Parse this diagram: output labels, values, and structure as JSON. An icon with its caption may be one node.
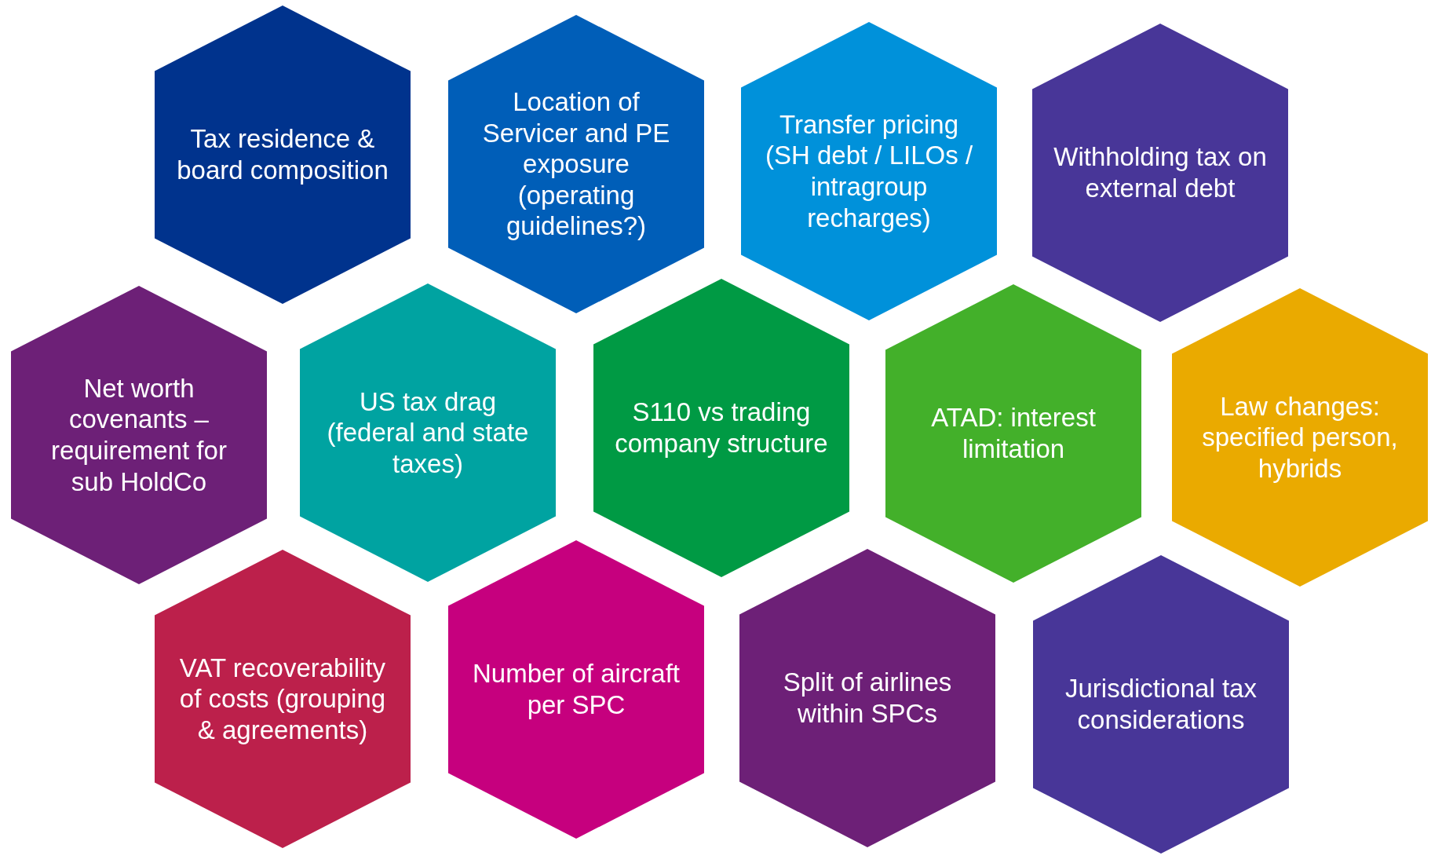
{
  "diagram": {
    "nodes": [
      {
        "text": [
          "Tax residence & board composition"
        ]
      },
      {
        "text": [
          "Location of Servicer and PE exposure (operating guidelines?)"
        ]
      },
      {
        "text": [
          "Transfer pricing (SH debt / LILOs / intragroup recharges)"
        ]
      },
      {
        "text": [
          "Withholding tax on external debt"
        ]
      },
      {
        "text": [
          "Net worth covenants – requirement for sub HoldCo"
        ]
      },
      {
        "text": [
          "US tax drag (federal and state taxes)"
        ]
      },
      {
        "text": [
          "S110 vs trading company structure"
        ]
      },
      {
        "text": [
          "ATAD: interest limitation"
        ]
      },
      {
        "text": [
          "Law changes: specified person, hybrids"
        ]
      },
      {
        "text": [
          "VAT recoverability of costs (grouping & agreements)"
        ]
      },
      {
        "text": [
          "Number of aircraft per SPC"
        ]
      },
      {
        "text": [
          "Split of airlines within SPCs"
        ]
      },
      {
        "text": [
          "Jurisdictional tax considerations"
        ]
      }
    ]
  }
}
